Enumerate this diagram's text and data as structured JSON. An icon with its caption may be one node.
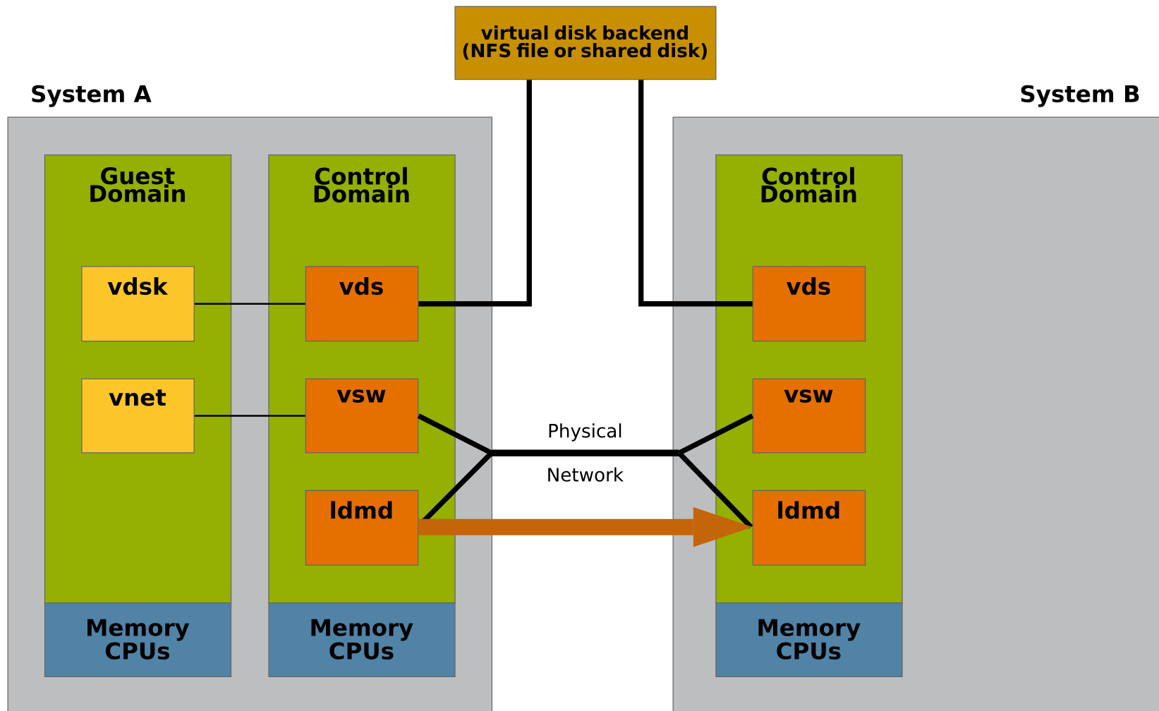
{
  "diagram": {
    "nodes": [
      {
        "text": [
          "System A"
        ]
      },
      {
        "text": [
          "Guest Domain"
        ],
        "in": 0
      },
      {
        "text": [
          "vdsk"
        ],
        "in": 1
      },
      {
        "text": [
          "vnet"
        ],
        "in": 1
      },
      {
        "text": [
          "Memory CPUs"
        ],
        "in": 0
      },
      {
        "text": [
          "Control Domain"
        ],
        "in": 0
      },
      {
        "text": [
          "vds"
        ],
        "in": 5
      },
      {
        "text": [
          "vsw"
        ],
        "in": 5
      },
      {
        "text": [
          "ldmd"
        ],
        "in": 5
      },
      {
        "text": [
          "Memory CPUs"
        ],
        "in": 0
      },
      {
        "text": [
          "System B"
        ]
      },
      {
        "text": [
          "Control Domain"
        ],
        "in": 10
      },
      {
        "text": [
          "vds"
        ],
        "in": 11
      },
      {
        "text": [
          "vsw"
        ],
        "in": 11
      },
      {
        "text": [
          "ldmd"
        ],
        "in": 11
      },
      {
        "text": [
          "Memory CPUs"
        ],
        "in": 10
      },
      {
        "text": [
          "virtual disk backend (NFS file or shared disk)"
        ]
      },
      {
        "text": [
          "Physical",
          "Network"
        ]
      }
    ],
    "edges": [
      {
        "from": 2,
        "to": 6,
        "arrow": "none"
      },
      {
        "from": 3,
        "to": 7,
        "arrow": "none"
      },
      {
        "from": 6,
        "to": 16,
        "arrow": "none"
      },
      {
        "from": 12,
        "to": 16,
        "arrow": "none"
      },
      {
        "from": 7,
        "to": 17,
        "arrow": "none"
      },
      {
        "from": 8,
        "to": 17,
        "arrow": "none"
      },
      {
        "from": 13,
        "to": 17,
        "arrow": "none"
      },
      {
        "from": 14,
        "to": 17,
        "arrow": "none"
      },
      {
        "from": 8,
        "to": 14,
        "arrow": "to",
        "style": "thick",
        "color": "#c4650a"
      }
    ]
  }
}
